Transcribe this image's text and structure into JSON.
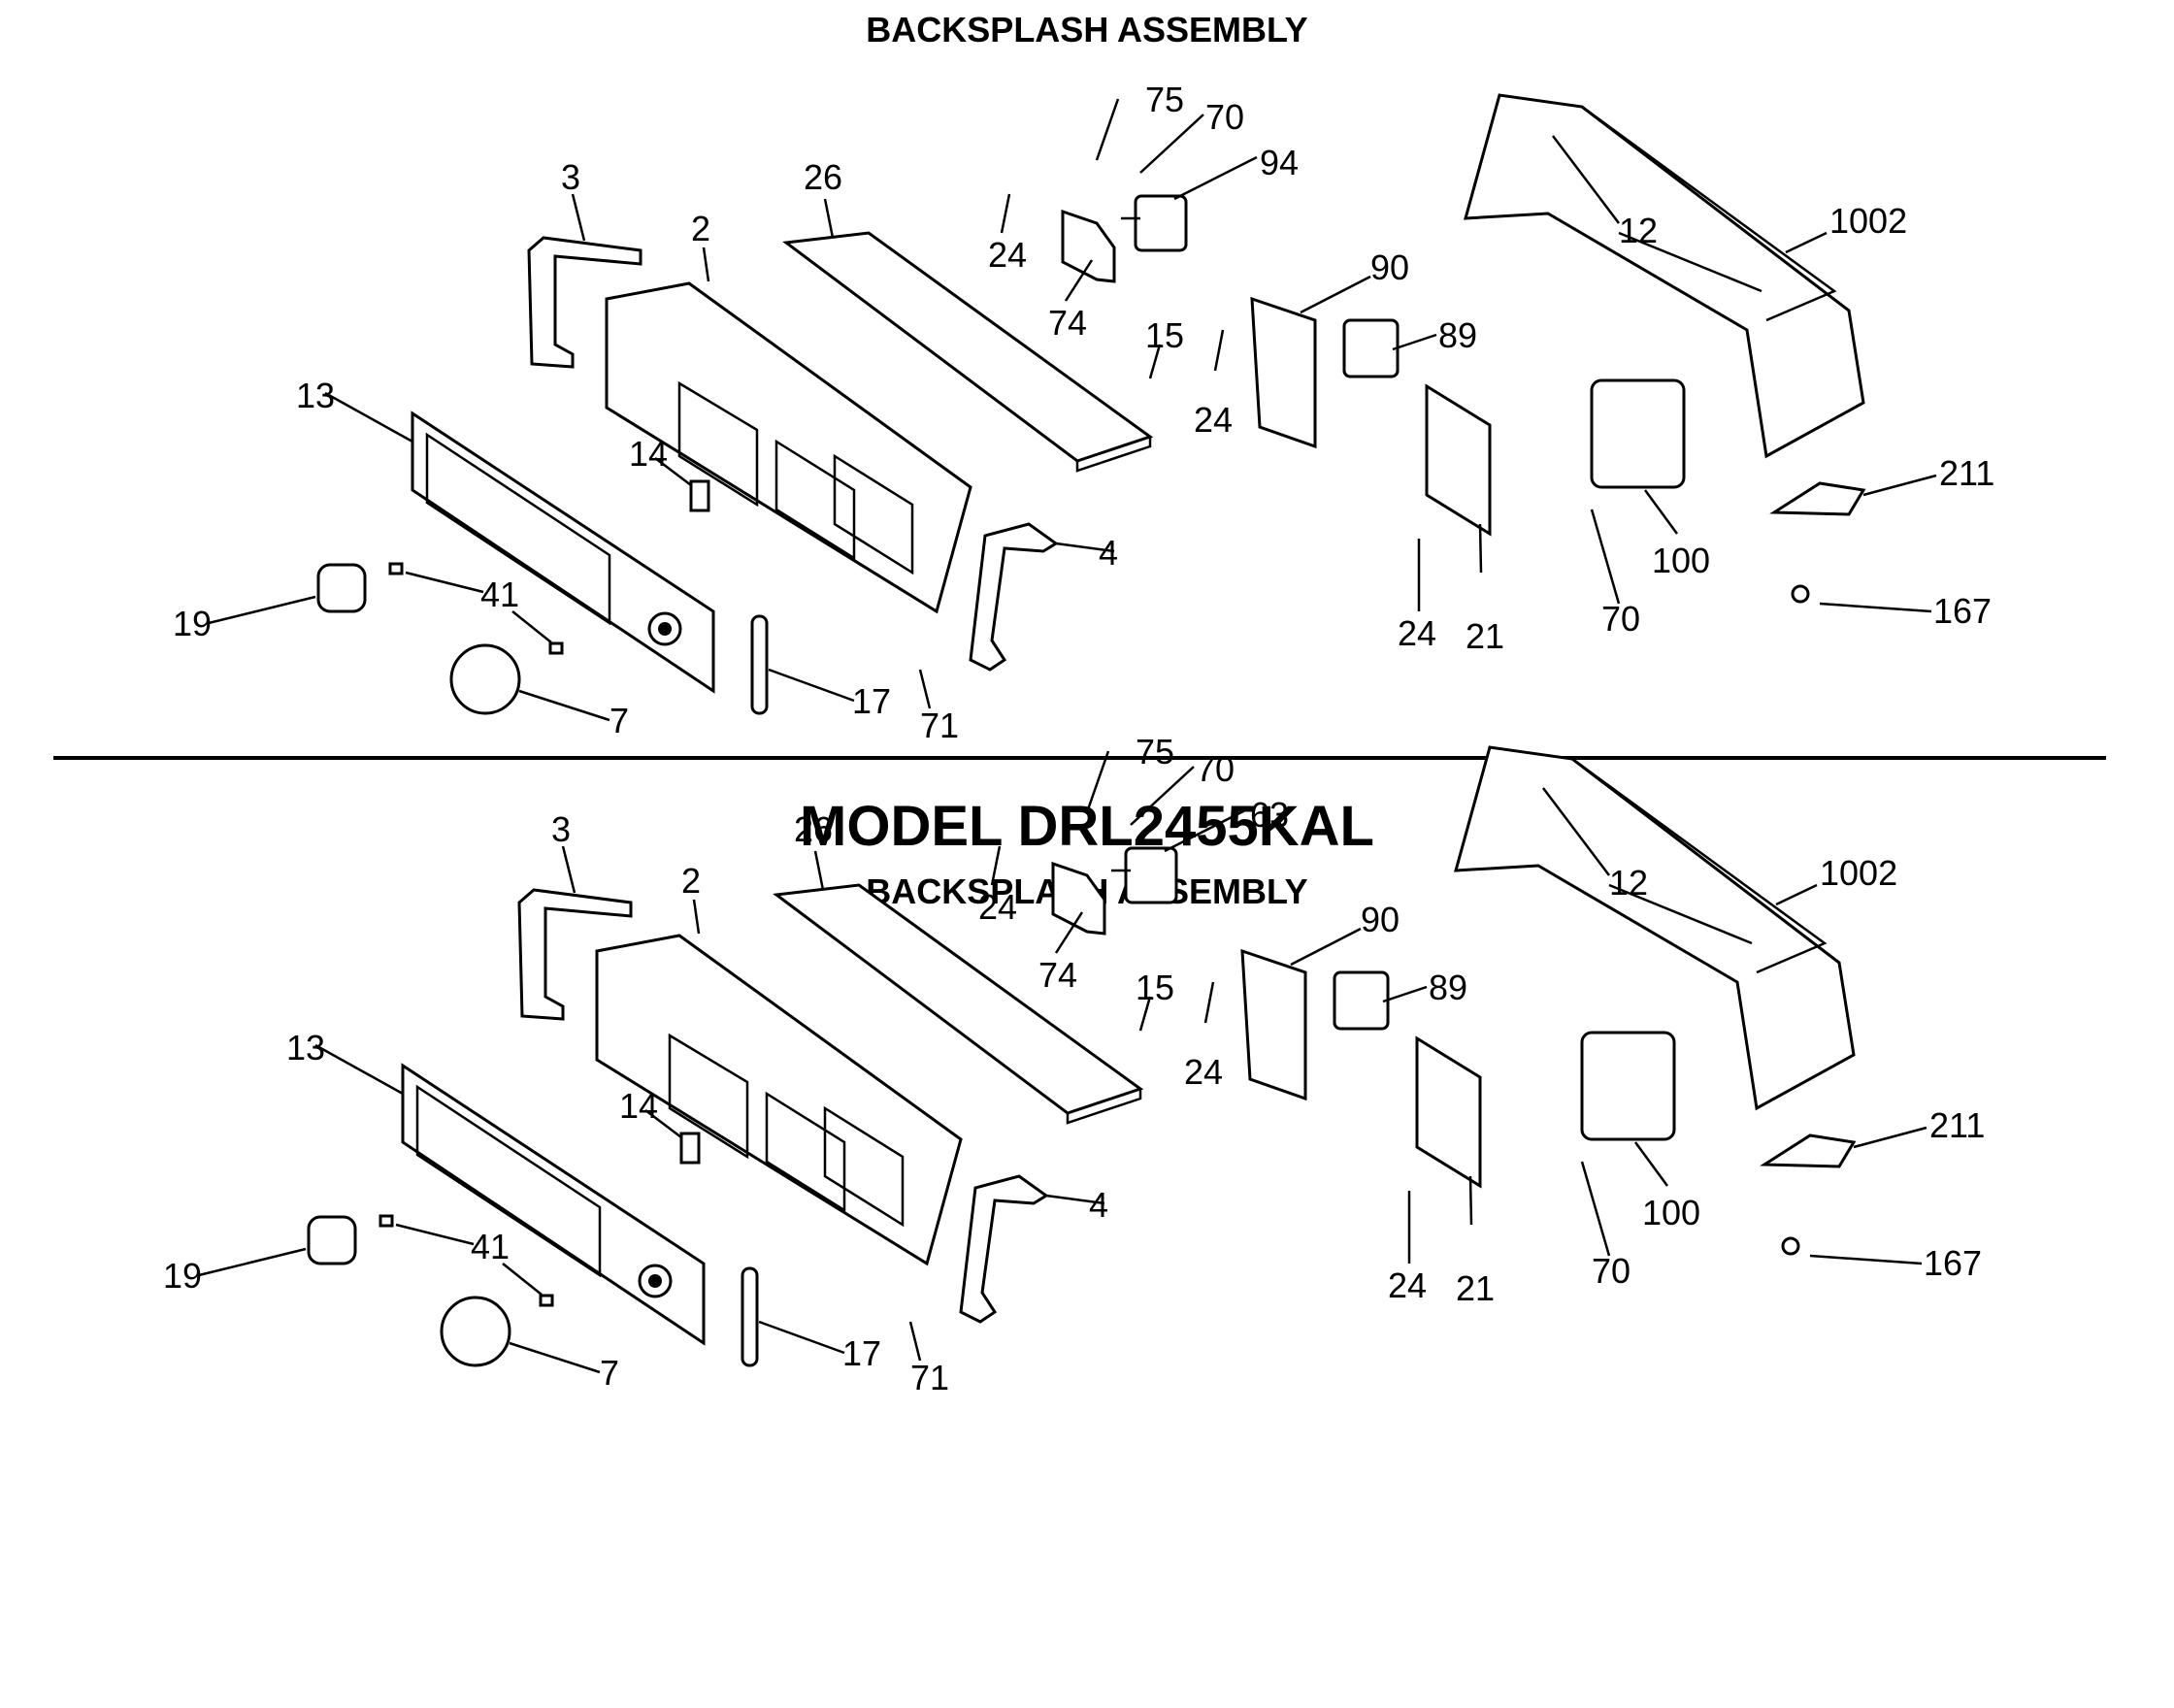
{
  "headings": {
    "top_section_title": "BACKSPLASH ASSEMBLY",
    "model_title": "MODEL DRL2455KAL",
    "bottom_section_title": "BACKSPLASH ASSEMBLY"
  },
  "diagram_top": {
    "callouts": [
      "75",
      "70",
      "94",
      "24",
      "74",
      "26",
      "3",
      "2",
      "15",
      "24",
      "90",
      "89",
      "12",
      "1002",
      "13",
      "14",
      "4",
      "21",
      "24",
      "70",
      "100",
      "211",
      "167",
      "19",
      "41",
      "7",
      "17",
      "71"
    ]
  },
  "diagram_bottom": {
    "callouts": [
      "75",
      "70",
      "63",
      "24",
      "74",
      "26",
      "3",
      "2",
      "15",
      "24",
      "90",
      "89",
      "12",
      "1002",
      "13",
      "14",
      "4",
      "21",
      "24",
      "70",
      "100",
      "211",
      "167",
      "19",
      "41",
      "7",
      "17",
      "71"
    ]
  }
}
